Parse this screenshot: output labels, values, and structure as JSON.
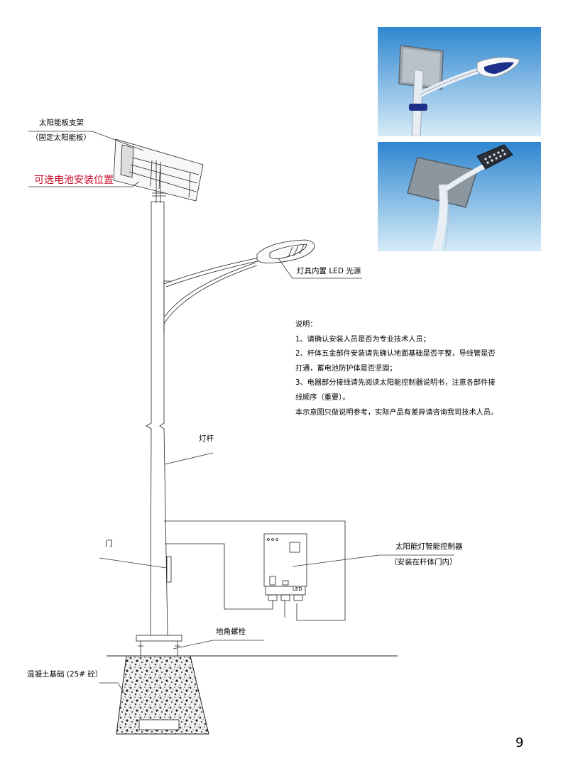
{
  "labels": {
    "solar_bracket": "太阳能板支架",
    "solar_bracket_note": "（固定太阳能板）",
    "battery_option": "可选电池安装位置",
    "lamp_led": "灯具内置 LED 光源",
    "pole": "灯杆",
    "door": "门",
    "controller": "太阳能灯智能控制器",
    "controller_note": "（安装在杆体门内）",
    "anchor_bolt": "地角螺栓",
    "foundation": "混凝土基础 (25# 砼）"
  },
  "notes": {
    "title": "说明：",
    "items": [
      "1、请确认安装人员是否为专业技术人员；",
      "2、杆体五金部件安装请先确认地面基础是否平整，导线管是否",
      "打通，蓄电池防护体是否坚固；",
      "3、电器部分接线请先阅读太阳能控制器说明书，注意各部件接",
      "线顺序（重要）。",
      "本示意图只做说明参考，实际产品有差异请咨询我司技术人员。"
    ]
  },
  "controller_mark": "LED",
  "page_number": "9",
  "colors": {
    "sky_top": "#2f86d0",
    "sky_bottom": "#cfe8f7",
    "label_red": "#c8102e",
    "line": "#222222"
  }
}
